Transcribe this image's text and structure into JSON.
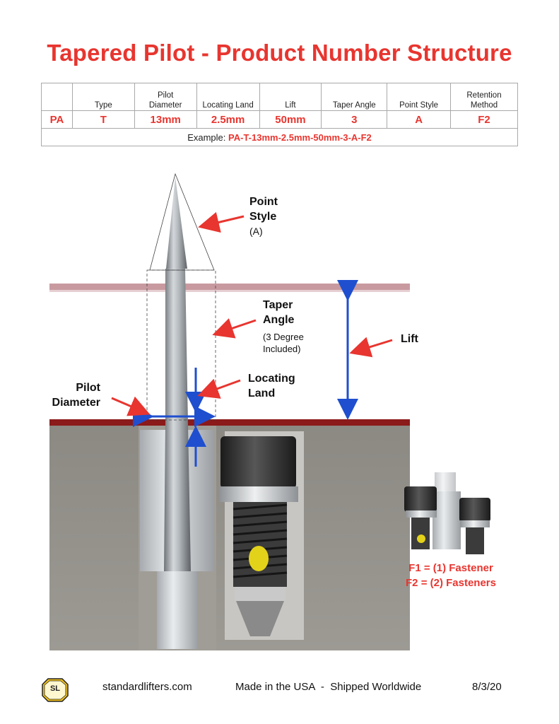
{
  "title": "Tapered Pilot - Product Number Structure",
  "table": {
    "headers": [
      "",
      "Type",
      "Pilot Diameter",
      "Locating Land",
      "Lift",
      "Taper Angle",
      "Point Style",
      "Retention Method"
    ],
    "values": [
      "PA",
      "T",
      "13mm",
      "2.5mm",
      "50mm",
      "3",
      "A",
      "F2"
    ],
    "example_label": "Example:",
    "example_value": "PA-T-13mm-2.5mm-50mm-3-A-F2"
  },
  "labels": {
    "point_style_1": "Point",
    "point_style_2": "Style",
    "point_style_3": "(A)",
    "taper_1": "Taper",
    "taper_2": "Angle",
    "taper_3": "(3 Degree",
    "taper_4": "Included)",
    "lift": "Lift",
    "locating_1": "Locating",
    "locating_2": "Land",
    "pilot_1": "Pilot",
    "pilot_2": "Diameter"
  },
  "fasteners": {
    "f1": "F1 = (1) Fastener",
    "f2": "F2 = (2) Fasteners"
  },
  "footer": {
    "logo_text": "SL",
    "website": "standardlifters.com",
    "made": "Made in the USA  -  Shipped Worldwide",
    "date": "8/3/20"
  },
  "colors": {
    "accent_red": "#e8352f",
    "arrow_blue": "#1f4fcf",
    "plate_dark_red": "#8b1a1a",
    "plate_pink": "#c89aa0",
    "block_gray": "#8e8a84"
  }
}
